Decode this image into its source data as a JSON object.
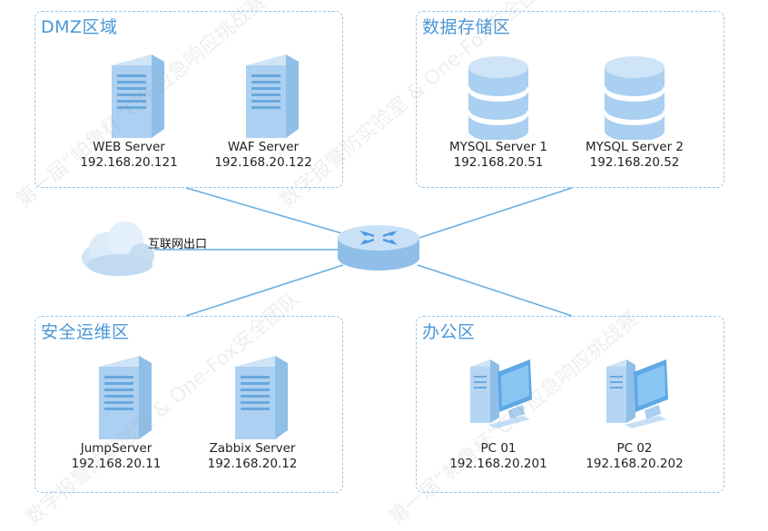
{
  "zones": {
    "dmz": {
      "title": "DMZ区域"
    },
    "storage": {
      "title": "数据存储区"
    },
    "ops": {
      "title": "安全运维区"
    },
    "office": {
      "title": "办公区"
    }
  },
  "nodes": {
    "web": {
      "name": "WEB Server",
      "ip": "192.168.20.121"
    },
    "waf": {
      "name": "WAF Server",
      "ip": "192.168.20.122"
    },
    "mysql1": {
      "name": "MYSQL Server 1",
      "ip": "192.168.20.51"
    },
    "mysql2": {
      "name": "MYSQL Server 2",
      "ip": "192.168.20.52"
    },
    "jump": {
      "name": "JumpServer",
      "ip": "192.168.20.11"
    },
    "zabbix": {
      "name": "Zabbix Server",
      "ip": "192.168.20.12"
    },
    "pc1": {
      "name": "PC 01",
      "ip": "192.168.20.201"
    },
    "pc2": {
      "name": "PC 02",
      "ip": "192.168.20.202"
    }
  },
  "internet_label": "互联网出口",
  "watermark": {
    "line1": "第一届“帕鲁杯”CTF应急响应挑战赛",
    "line2": "数字报警防实验室 & One-Fox安全团队"
  },
  "colors": {
    "zone_border": "#9cc4e6",
    "title": "#4a97d8",
    "device_fill": "#a8cdf0",
    "link": "#6aaee2"
  }
}
